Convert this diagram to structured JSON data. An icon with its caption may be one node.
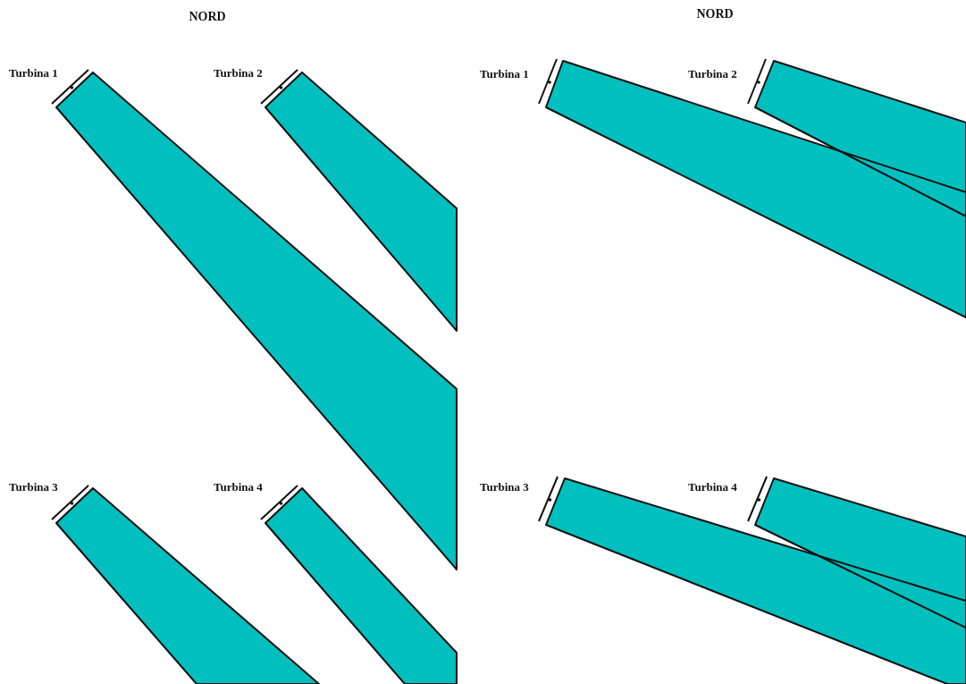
{
  "diagram": {
    "labels": [
      "NORD",
      "NORD",
      "Turbina 1",
      "Turbina 2",
      "Turbina 1",
      "Turbina 2",
      "Turbina 3",
      "Turbina 4",
      "Turbina 3",
      "Turbina 4"
    ]
  }
}
